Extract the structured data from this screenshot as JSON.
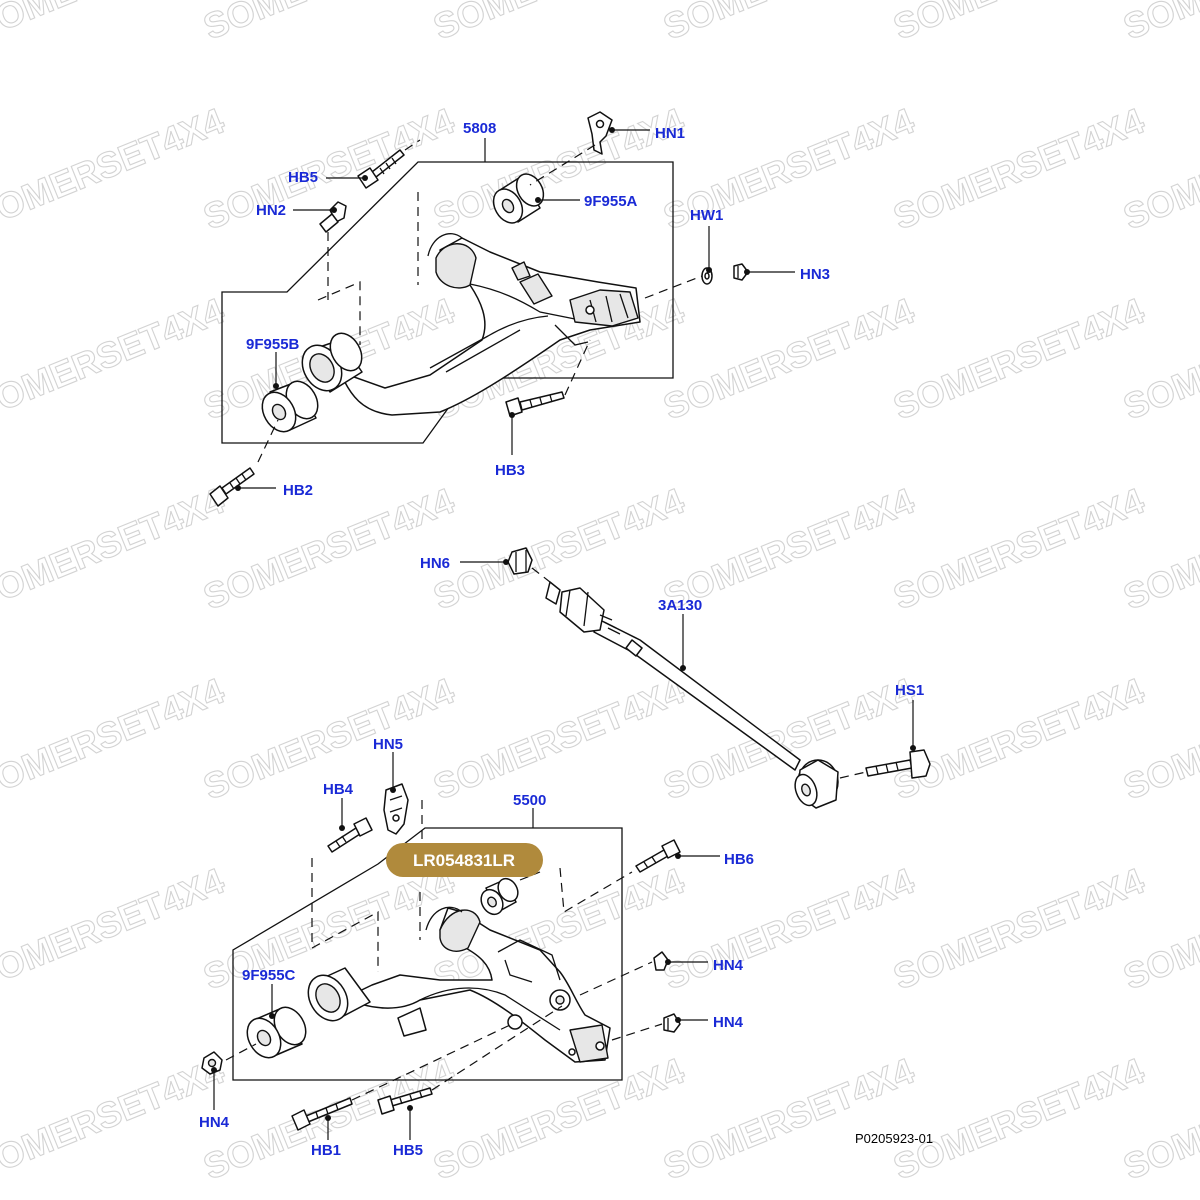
{
  "watermark": "SOMERSET4X4",
  "figure_ref": "P0205923-01",
  "badge": {
    "text": "LR054831LR",
    "color": "#b08a3c"
  },
  "colors": {
    "callout": "#1a2ad6",
    "line": "#111111",
    "watermark": "#d3d3d3"
  },
  "upper_arm": {
    "assembly": "5808",
    "callouts": {
      "hn1": "HN1",
      "hb5": "HB5",
      "hn2": "HN2",
      "bushing_a": "9F955A",
      "hw1": "HW1",
      "hn3": "HN3",
      "bushing_b": "9F955B",
      "hb3": "HB3",
      "hb2": "HB2"
    }
  },
  "tie_rod": {
    "assembly": "3A130",
    "callouts": {
      "hn6": "HN6",
      "hs1": "HS1"
    }
  },
  "lower_arm": {
    "assembly": "5500",
    "callouts": {
      "hn5": "HN5",
      "hb4": "HB4",
      "hb6": "HB6",
      "bushing_c": "9F955C",
      "hn4_upper": "HN4",
      "hn4_right": "HN4",
      "hn4_left": "HN4",
      "hb1": "HB1",
      "hb5": "HB5"
    }
  }
}
